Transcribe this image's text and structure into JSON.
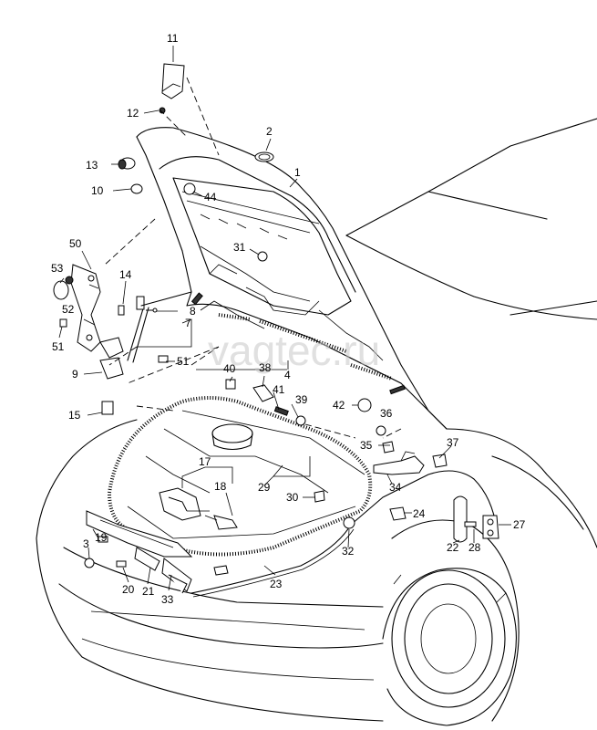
{
  "watermark": "vagtec.ru",
  "callouts": [
    {
      "id": "c11",
      "label": "11"
    },
    {
      "id": "c12",
      "label": "12"
    },
    {
      "id": "c2",
      "label": "2"
    },
    {
      "id": "c1",
      "label": "1"
    },
    {
      "id": "c13",
      "label": "13"
    },
    {
      "id": "c10",
      "label": "10"
    },
    {
      "id": "c44",
      "label": "44"
    },
    {
      "id": "c31",
      "label": "31"
    },
    {
      "id": "c50",
      "label": "50"
    },
    {
      "id": "c53",
      "label": "53"
    },
    {
      "id": "c14",
      "label": "14"
    },
    {
      "id": "c52",
      "label": "52"
    },
    {
      "id": "c8",
      "label": "8"
    },
    {
      "id": "c7",
      "label": "7"
    },
    {
      "id": "c51a",
      "label": "51"
    },
    {
      "id": "c51b",
      "label": "51"
    },
    {
      "id": "c9",
      "label": "9"
    },
    {
      "id": "c40",
      "label": "40"
    },
    {
      "id": "c38",
      "label": "38"
    },
    {
      "id": "c4",
      "label": "4"
    },
    {
      "id": "c41",
      "label": "41"
    },
    {
      "id": "c39",
      "label": "39"
    },
    {
      "id": "c42",
      "label": "42"
    },
    {
      "id": "c15",
      "label": "15"
    },
    {
      "id": "c36",
      "label": "36"
    },
    {
      "id": "c35",
      "label": "35"
    },
    {
      "id": "c37",
      "label": "37"
    },
    {
      "id": "c34",
      "label": "34"
    },
    {
      "id": "c17",
      "label": "17"
    },
    {
      "id": "c29",
      "label": "29"
    },
    {
      "id": "c18",
      "label": "18"
    },
    {
      "id": "c30",
      "label": "30"
    },
    {
      "id": "c24",
      "label": "24"
    },
    {
      "id": "c27",
      "label": "27"
    },
    {
      "id": "c19",
      "label": "19"
    },
    {
      "id": "c3",
      "label": "3"
    },
    {
      "id": "c22",
      "label": "22"
    },
    {
      "id": "c28",
      "label": "28"
    },
    {
      "id": "c32",
      "label": "32"
    },
    {
      "id": "c23",
      "label": "23"
    },
    {
      "id": "c20",
      "label": "20"
    },
    {
      "id": "c21",
      "label": "21"
    },
    {
      "id": "c33",
      "label": "33"
    }
  ]
}
